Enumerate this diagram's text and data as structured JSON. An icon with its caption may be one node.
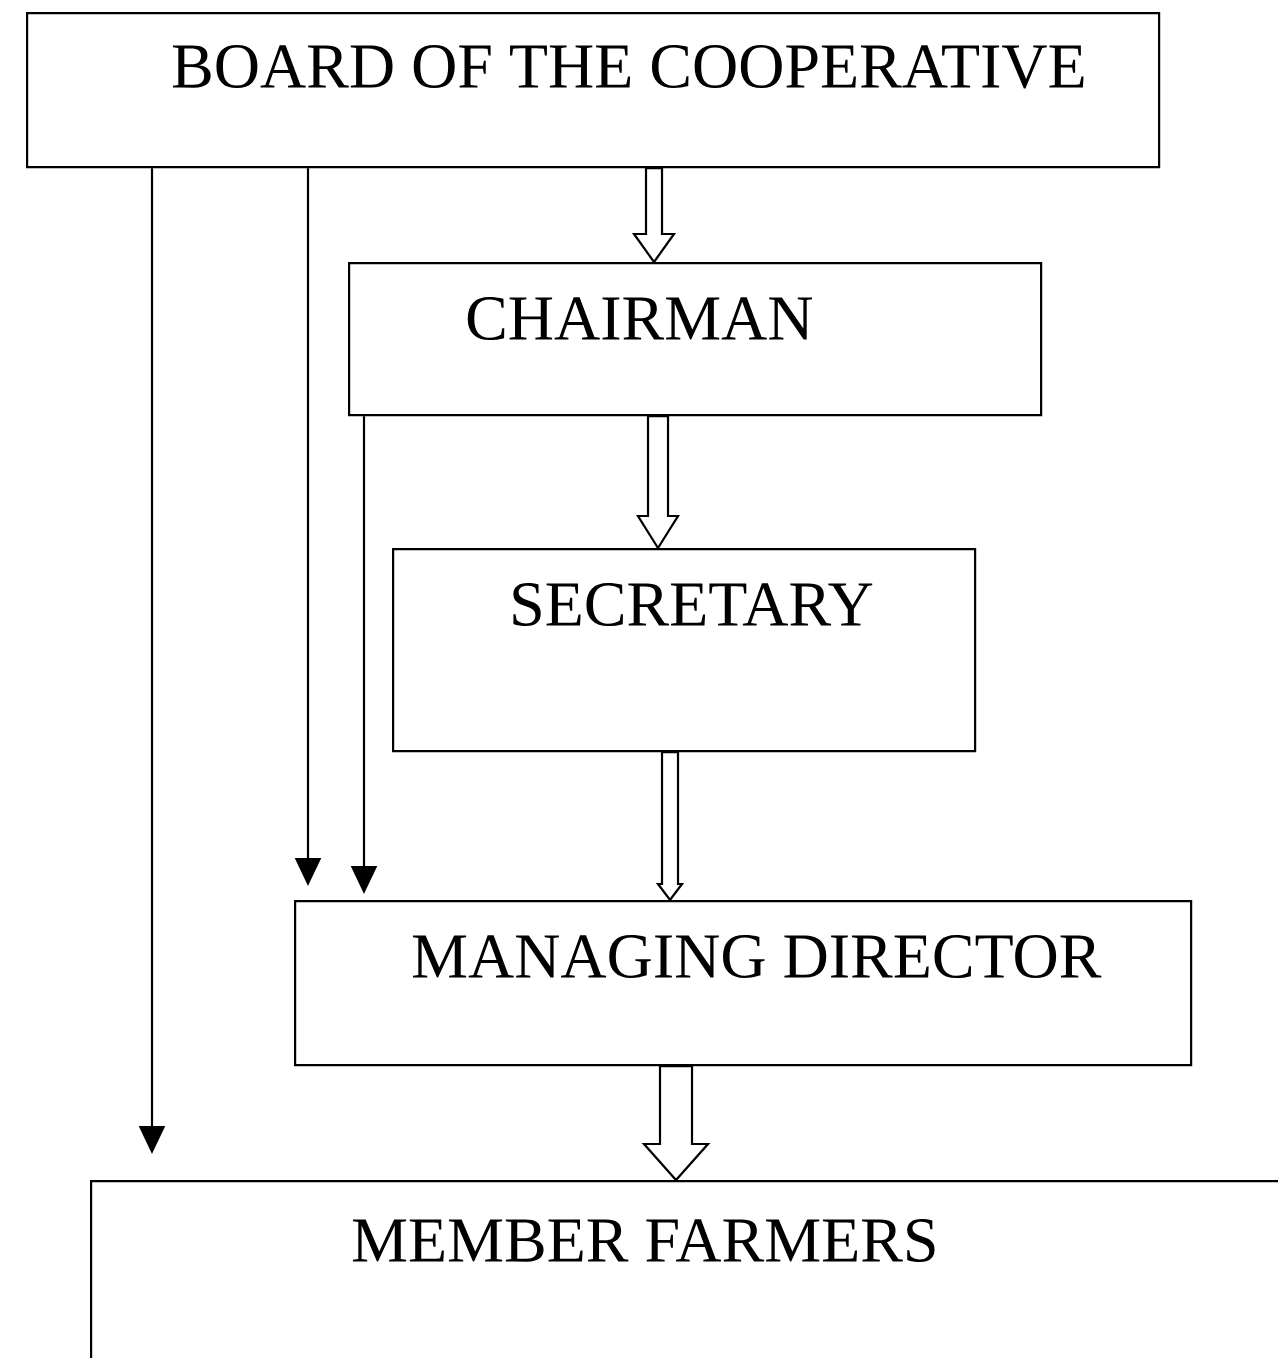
{
  "diagram": {
    "nodes": [
      {
        "text": [
          "BOARD OF THE COOPERATIVE"
        ]
      },
      {
        "text": [
          "CHAIRMAN"
        ]
      },
      {
        "text": [
          "SECRETARY"
        ]
      },
      {
        "text": [
          "MANAGING DIRECTOR"
        ]
      },
      {
        "text": [
          "MEMBER FARMERS"
        ]
      }
    ],
    "edges": [
      {
        "from": 0,
        "to": 1,
        "arrow": "to",
        "style": "thick"
      },
      {
        "from": 1,
        "to": 2,
        "arrow": "to",
        "style": "thick"
      },
      {
        "from": 2,
        "to": 3,
        "arrow": "to",
        "style": "thick"
      },
      {
        "from": 3,
        "to": 4,
        "arrow": "to",
        "style": "thick"
      },
      {
        "from": 0,
        "to": 3,
        "arrow": "to"
      },
      {
        "from": 1,
        "to": 3,
        "arrow": "to"
      },
      {
        "from": 0,
        "to": 4,
        "arrow": "to"
      }
    ]
  }
}
